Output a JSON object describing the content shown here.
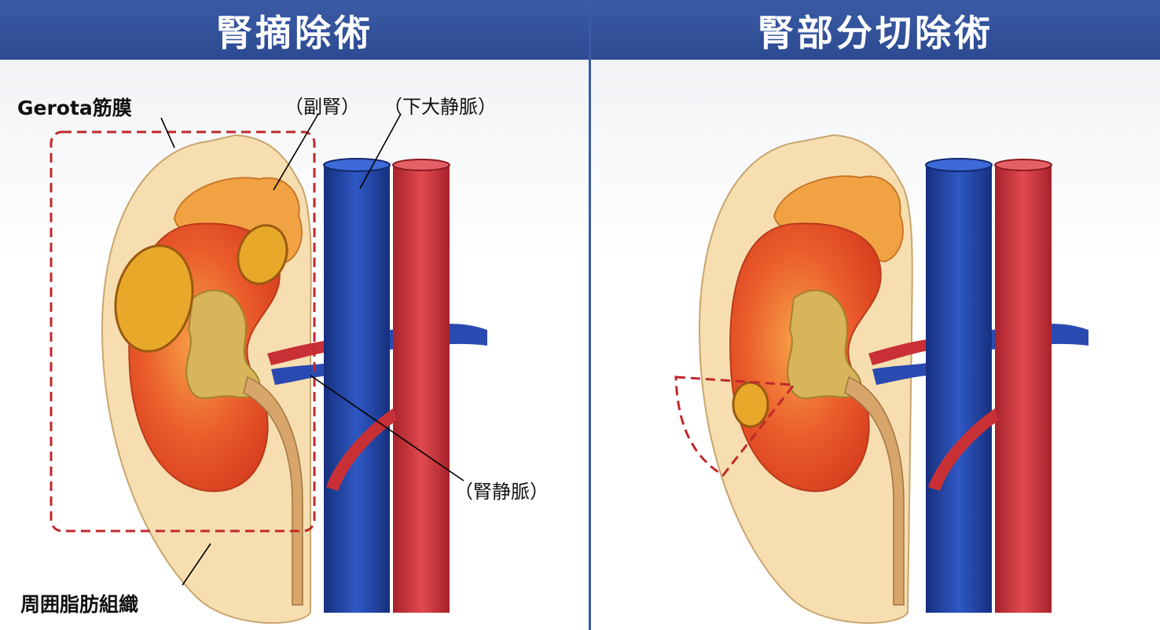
{
  "panels": {
    "left": {
      "title": "腎摘除術",
      "labels": {
        "gerota": "Gerota筋膜",
        "adrenal": "（副腎）",
        "ivc": "（下大静脈）",
        "renal_vein": "（腎静脈）",
        "perirenal_fat": "周囲脂肪組織"
      }
    },
    "right": {
      "title": "腎部分切除術"
    }
  },
  "colors": {
    "header": "#2f4d95",
    "vein": "#1f3f9a",
    "artery": "#cf3038",
    "fat": "#f6deb0",
    "kidney": "#e8542a",
    "adrenal": "#f0a040",
    "tumor": "#e8a82a",
    "resection_line": "#c0282a"
  }
}
